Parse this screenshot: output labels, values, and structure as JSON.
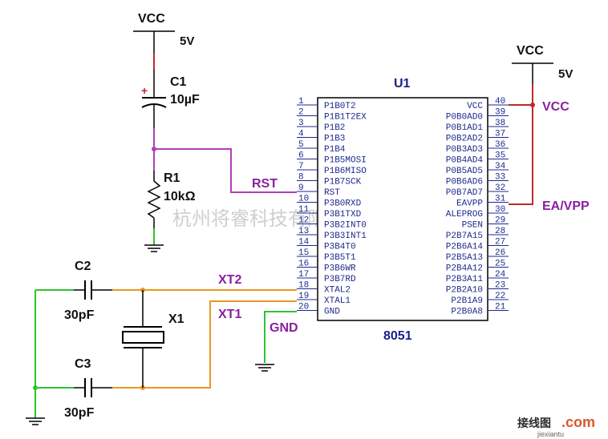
{
  "power": {
    "vcc_top": "VCC",
    "v5_top": "5V",
    "vcc_right": "VCC",
    "v5_right": "5V",
    "vcc_net": "VCC",
    "ea_net": "EA/VPP"
  },
  "components": {
    "c1_ref": "C1",
    "c1_val": "10µF",
    "c1_plus": "+",
    "r1_ref": "R1",
    "r1_val": "10kΩ",
    "c2_ref": "C2",
    "c2_val": "30pF",
    "c3_ref": "C3",
    "c3_val": "30pF",
    "x1_ref": "X1"
  },
  "nets": {
    "rst": "RST",
    "xt2": "XT2",
    "xt1": "XT1",
    "gnd": "GND"
  },
  "chip": {
    "ref": "U1",
    "part": "8051",
    "left_pins": [
      {
        "num": "1",
        "name": "P1B0T2"
      },
      {
        "num": "2",
        "name": "P1B1T2EX"
      },
      {
        "num": "3",
        "name": "P1B2"
      },
      {
        "num": "4",
        "name": "P1B3"
      },
      {
        "num": "5",
        "name": "P1B4"
      },
      {
        "num": "6",
        "name": "P1B5MOSI"
      },
      {
        "num": "7",
        "name": "P1B6MISO"
      },
      {
        "num": "8",
        "name": "P1B7SCK"
      },
      {
        "num": "9",
        "name": "RST"
      },
      {
        "num": "10",
        "name": "P3B0RXD"
      },
      {
        "num": "11",
        "name": "P3B1TXD"
      },
      {
        "num": "12",
        "name": "P3B2INT0"
      },
      {
        "num": "13",
        "name": "P3B3INT1"
      },
      {
        "num": "14",
        "name": "P3B4T0"
      },
      {
        "num": "15",
        "name": "P3B5T1"
      },
      {
        "num": "16",
        "name": "P3B6WR"
      },
      {
        "num": "17",
        "name": "P3B7RD"
      },
      {
        "num": "18",
        "name": "XTAL2"
      },
      {
        "num": "19",
        "name": "XTAL1"
      },
      {
        "num": "20",
        "name": "GND"
      }
    ],
    "right_pins": [
      {
        "num": "40",
        "name": "VCC"
      },
      {
        "num": "39",
        "name": "P0B0AD0"
      },
      {
        "num": "38",
        "name": "P0B1AD1"
      },
      {
        "num": "37",
        "name": "P0B2AD2"
      },
      {
        "num": "36",
        "name": "P0B3AD3"
      },
      {
        "num": "35",
        "name": "P0B4AD4"
      },
      {
        "num": "34",
        "name": "P0B5AD5"
      },
      {
        "num": "33",
        "name": "P0B6AD6"
      },
      {
        "num": "32",
        "name": "P0B7AD7"
      },
      {
        "num": "31",
        "name": "EAVPP"
      },
      {
        "num": "30",
        "name": "ALEPROG"
      },
      {
        "num": "29",
        "name": "PSEN"
      },
      {
        "num": "28",
        "name": "P2B7A15"
      },
      {
        "num": "27",
        "name": "P2B6A14"
      },
      {
        "num": "26",
        "name": "P2B5A13"
      },
      {
        "num": "25",
        "name": "P2B4A12"
      },
      {
        "num": "24",
        "name": "P2B3A11"
      },
      {
        "num": "23",
        "name": "P2B2A10"
      },
      {
        "num": "22",
        "name": "P2B1A9"
      },
      {
        "num": "21",
        "name": "P2B0A8"
      }
    ]
  },
  "watermark": {
    "text": "杭州将睿科技有限公司",
    "logo": "接线图",
    "logo_com": ".com",
    "logo_sub": "jiexiantu"
  },
  "colors": {
    "wire_pink": "#b03fb5",
    "wire_red": "#c0282d",
    "wire_orange": "#e8971f",
    "wire_green": "#2ec42e",
    "label_blue": "#1a1f8a",
    "net_purple": "#8a1fa0"
  }
}
